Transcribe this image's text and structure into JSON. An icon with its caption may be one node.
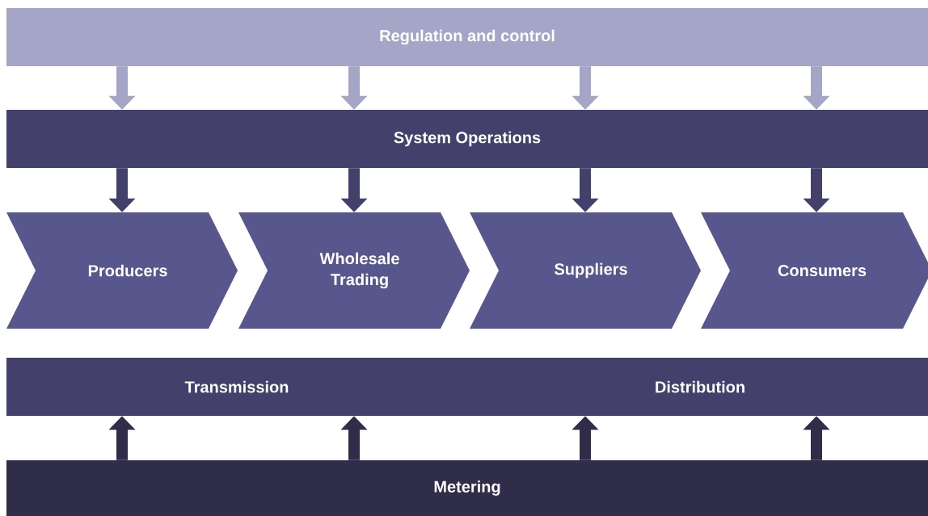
{
  "diagram": {
    "nodes": [
      {
        "text": [
          "Regulation and control"
        ]
      },
      {
        "text": [
          "System Operations"
        ]
      },
      {
        "text": [
          "Producers"
        ]
      },
      {
        "text": [
          "Wholesale Trading"
        ]
      },
      {
        "text": [
          "Suppliers"
        ]
      },
      {
        "text": [
          "Consumers"
        ]
      },
      {
        "text": [
          "Transmission",
          "Distribution"
        ]
      },
      {
        "text": [
          "Metering"
        ]
      }
    ],
    "edges": [
      {
        "from": 0,
        "to": 1,
        "arrow": "to",
        "color": "#a5a5c8"
      },
      {
        "from": 0,
        "to": 1,
        "arrow": "to",
        "color": "#a5a5c8"
      },
      {
        "from": 0,
        "to": 1,
        "arrow": "to",
        "color": "#a5a5c8"
      },
      {
        "from": 0,
        "to": 1,
        "arrow": "to",
        "color": "#a5a5c8"
      },
      {
        "from": 1,
        "to": 2,
        "arrow": "to",
        "color": "#43416b"
      },
      {
        "from": 1,
        "to": 3,
        "arrow": "to",
        "color": "#43416b"
      },
      {
        "from": 1,
        "to": 4,
        "arrow": "to",
        "color": "#43416b"
      },
      {
        "from": 1,
        "to": 5,
        "arrow": "to",
        "color": "#43416b"
      },
      {
        "from": 7,
        "to": 6,
        "arrow": "to",
        "color": "#2f2d4a"
      },
      {
        "from": 7,
        "to": 6,
        "arrow": "to",
        "color": "#2f2d4a"
      },
      {
        "from": 7,
        "to": 6,
        "arrow": "to",
        "color": "#2f2d4a"
      },
      {
        "from": 7,
        "to": 6,
        "arrow": "to",
        "color": "#2f2d4a"
      }
    ]
  }
}
